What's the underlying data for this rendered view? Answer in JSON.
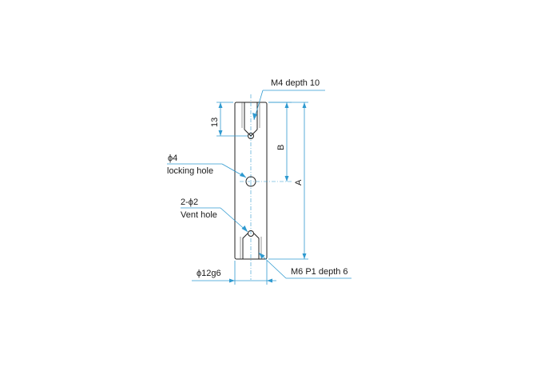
{
  "labels": {
    "m4_depth": "M4 depth 10",
    "dim_13": "13",
    "dim_b": "B",
    "dim_a": "A",
    "locking_size": "ϕ4",
    "locking_name": "locking hole",
    "vent_size": "2-ϕ2",
    "vent_name": "Vent hole",
    "diameter": "ϕ12g6",
    "m6_thread": "M6 P1 depth 6"
  },
  "colors": {
    "outline": "#222222",
    "dimension": "#2f9ad0",
    "text": "#1a1a1a"
  }
}
